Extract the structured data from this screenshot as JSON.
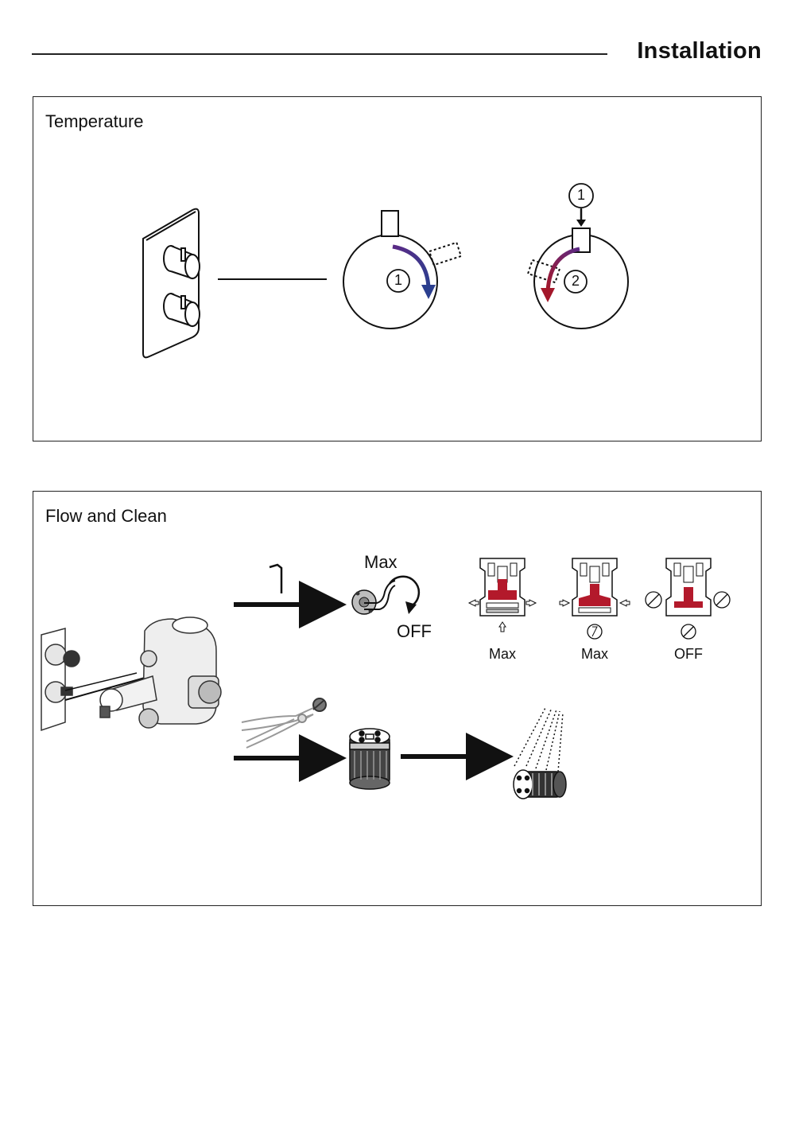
{
  "header": {
    "title": "Installation"
  },
  "temperature": {
    "title": "Temperature",
    "step_a": "1",
    "step_b_top": "1",
    "step_b": "2",
    "colors": {
      "purple": "#5b2a86",
      "blue": "#2b3f8f",
      "red": "#a3172a"
    }
  },
  "flow": {
    "title": "Flow and Clean",
    "handle_max": "Max",
    "handle_off": "OFF",
    "cartridges": [
      {
        "label": "Max"
      },
      {
        "label": "Max"
      },
      {
        "label": "OFF"
      }
    ],
    "colors": {
      "red": "#b3192b"
    }
  }
}
